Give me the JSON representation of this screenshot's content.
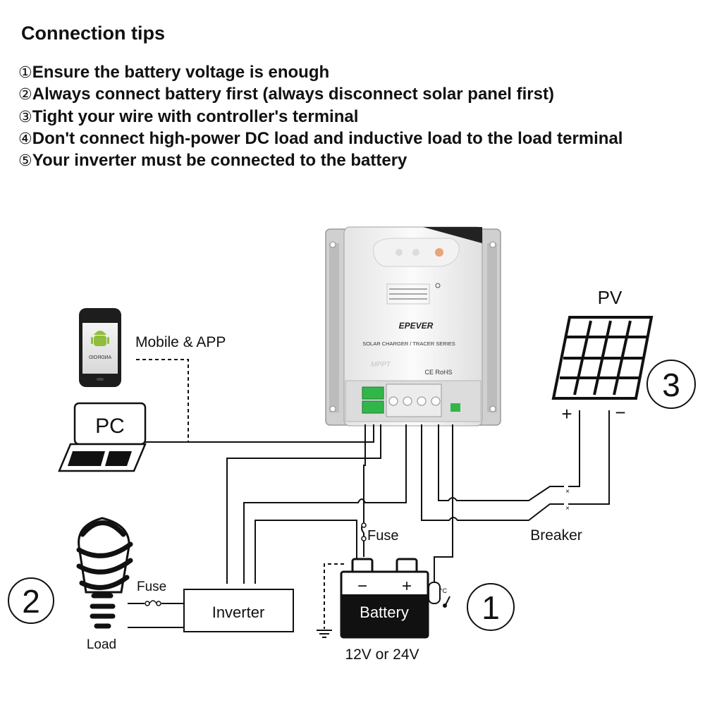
{
  "header": {
    "title": "Connection tips",
    "tips": [
      {
        "num": "①",
        "text": "Ensure the battery voltage is enough"
      },
      {
        "num": "②",
        "text": "Always connect battery first (always disconnect solar panel first)"
      },
      {
        "num": "③",
        "text": "Tight your wire with controller's terminal"
      },
      {
        "num": "④",
        "text": "Don't connect high-power DC load and inductive load to the load terminal"
      },
      {
        "num": "⑤",
        "text": "Your inverter must be connected to the battery"
      }
    ]
  },
  "diagram": {
    "mobile_label": "Mobile & APP",
    "android_text": "ANDROID",
    "pc_label": "PC",
    "pv_label": "PV",
    "pv_plus": "+",
    "pv_minus": "−",
    "breaker_label": "Breaker",
    "fuse_battery_label": "Fuse",
    "fuse_load_label": "Fuse",
    "inverter_label": "Inverter",
    "battery_label": "Battery",
    "battery_minus": "−",
    "battery_plus": "+",
    "battery_voltage": "12V or 24V",
    "load_label": "Load",
    "temp_sensor_mark": "°C",
    "step_markers": {
      "battery": "1",
      "load": "2",
      "pv": "3"
    },
    "controller": {
      "brand": "EPEVER",
      "series": "SOLAR CHARGER / TRACER SERIES",
      "mppt": "MPPT",
      "certs": "CE RoHS"
    }
  }
}
